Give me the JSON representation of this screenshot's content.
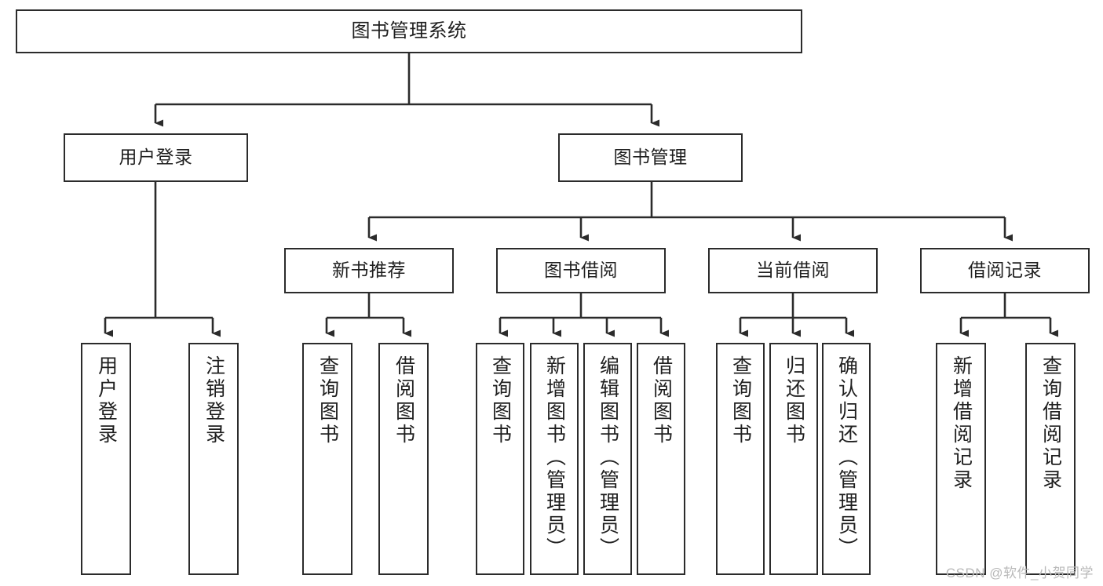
{
  "diagram": {
    "title": "图书管理系统",
    "type": "tree-hierarchy-chart",
    "watermark": "CSDN @软件_小贺同学",
    "colors": {
      "stroke": "#2b2b2b",
      "fill": "#ffffff",
      "text": "#1f1f1f",
      "watermark": "#b9b9b9"
    },
    "root": {
      "label": "图书管理系统"
    },
    "level2": [
      {
        "label": "用户登录"
      },
      {
        "label": "图书管理"
      }
    ],
    "level3": [
      {
        "label": "新书推荐"
      },
      {
        "label": "图书借阅"
      },
      {
        "label": "当前借阅"
      },
      {
        "label": "借阅记录"
      }
    ],
    "leaves": {
      "user_login": [
        {
          "label": "用户登录"
        },
        {
          "label": "注销登录"
        }
      ],
      "new_book_recommend": [
        {
          "label": "查询图书"
        },
        {
          "label": "借阅图书"
        }
      ],
      "book_borrow": [
        {
          "label": "查询图书"
        },
        {
          "label": "新增图书（管理员）"
        },
        {
          "label": "编辑图书（管理员）"
        },
        {
          "label": "借阅图书"
        }
      ],
      "current_borrow": [
        {
          "label": "查询图书"
        },
        {
          "label": "归还图书"
        },
        {
          "label": "确认归还（管理员）"
        }
      ],
      "borrow_record": [
        {
          "label": "新增借阅记录"
        },
        {
          "label": "查询借阅记录"
        }
      ]
    }
  }
}
